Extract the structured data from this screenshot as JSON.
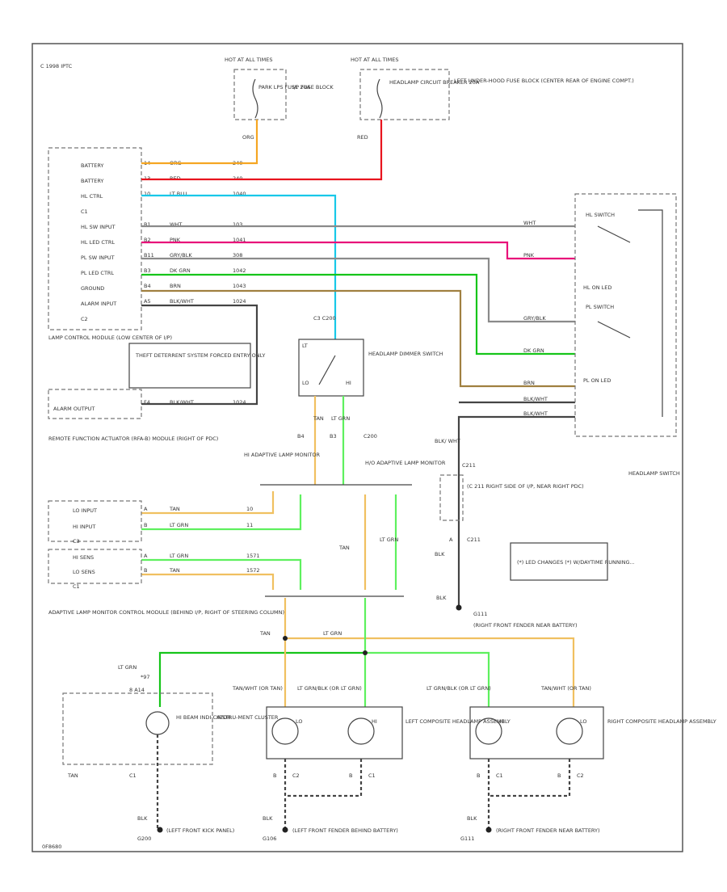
{
  "diagram": {
    "title_code": "C 1998 IPTC",
    "footer_code": "0F8680",
    "colors": {
      "org": "#f5a623",
      "red": "#e8141e",
      "lt_blu": "#18c8e8",
      "pnk": "#e8127a",
      "dk_grn": "#16c51a",
      "brn": "#a08040",
      "tan": "#f0c060",
      "lt_grn": "#5ef05e",
      "gray": "#8a8a8a",
      "black": "#444444"
    },
    "power": {
      "hot1": "HOT AT ALL TIMES",
      "fuse1_name": "PARK LPS FUSE 20A",
      "fuse1_loc": "I/P FUSE BLOCK",
      "hot2": "HOT AT ALL TIMES",
      "fuse2_name": "HEADLAMP CIRCUIT BREAKER 20A",
      "fuse2_loc": "LEFT UNDER-HOOD FUSE BLOCK (CENTER REAR OF ENGINE COMPT.)",
      "wire_org": "ORG",
      "wire_red": "RED"
    },
    "lcm": {
      "name": "LAMP CONTROL MODULE (LOW CENTER OF I/P)",
      "pins": [
        {
          "label": "BATTERY",
          "pin": "14",
          "wire": "ORG",
          "circuit": "240"
        },
        {
          "label": "BATTERY",
          "pin": "13",
          "wire": "RED",
          "circuit": "240"
        },
        {
          "label": "HL CTRL",
          "pin": "10",
          "wire": "LT BLU",
          "circuit": "1040"
        },
        {
          "label": "C1",
          "pin": "",
          "wire": "",
          "circuit": ""
        },
        {
          "label": "HL SW INPUT",
          "pin": "B1",
          "wire": "WHT",
          "circuit": "103"
        },
        {
          "label": "HL LED CTRL",
          "pin": "B2",
          "wire": "PNK",
          "circuit": "1041"
        },
        {
          "label": "PL SW INPUT",
          "pin": "B11",
          "wire": "GRY/BLK",
          "circuit": "308"
        },
        {
          "label": "PL LED CTRL",
          "pin": "B3",
          "wire": "DK GRN",
          "circuit": "1042"
        },
        {
          "label": "GROUND",
          "pin": "B4",
          "wire": "BRN",
          "circuit": "1043"
        },
        {
          "label": "ALARM INPUT",
          "pin": "A5",
          "wire": "BLK/WHT",
          "circuit": "1024"
        },
        {
          "label": "C2",
          "pin": "",
          "wire": "",
          "circuit": ""
        }
      ],
      "theft": "THEFT DETERRENT SYSTEM FORCED ENTRY ONLY",
      "alarm_output": "ALARM OUTPUT",
      "alarm_pin": "F4",
      "alarm_wire": "BLK/WHT",
      "alarm_circuit": "1024"
    },
    "headlamp_switch": {
      "name": "HEADLAMP SWITCH",
      "hl_switch": "HL SWITCH",
      "hl_on_led": "HL ON LED",
      "pl_switch": "PL SWITCH",
      "pl_on_led": "PL ON LED",
      "wires": [
        "WHT",
        "PNK",
        "GRY/BLK",
        "DK GRN",
        "BRN",
        "BLK/WHT",
        "BLK/WHT"
      ]
    },
    "dimmer": {
      "connector": "C3 C200",
      "name": "HEADLAMP DIMMER SWITCH",
      "lt": "LT",
      "hi": "HI",
      "lo": "LO",
      "wire_tan": "TAN",
      "wire_ltgrn": "LT GRN",
      "c200": "C200",
      "pin_b4": "B4",
      "pin_b3": "B3"
    },
    "remote": {
      "name": "REMOTE FUNCTION ACTUATOR (RFA-B) MODULE (RIGHT OF PDC)",
      "rows": [
        {
          "label": "LO INPUT",
          "pin": "A",
          "wire": "TAN",
          "circuit": "10"
        },
        {
          "label": "HI INPUT",
          "pin": "B",
          "wire": "LT GRN",
          "circuit": "11"
        },
        {
          "label": "C3",
          "pin": "",
          "wire": "",
          "circuit": ""
        },
        {
          "label": "HI SENS",
          "pin": "A",
          "wire": "LT GRN",
          "circuit": "1571"
        },
        {
          "label": "LO SENS",
          "pin": "B",
          "wire": "TAN",
          "circuit": "1572"
        },
        {
          "label": "C1",
          "pin": "",
          "wire": "",
          "circuit": ""
        }
      ]
    },
    "alm": {
      "name": "ADAPTIVE LAMP MONITOR CONTROL MODULE (BEHIND I/P, RIGHT OF STEERING COLUMN)",
      "hi_monitor": "HI ADAPTIVE LAMP MONITOR",
      "lo_monitor": "H/O ADAPTIVE LAMP MONITOR",
      "tan": "TAN",
      "ltgrn": "LT GRN"
    },
    "ground_path": {
      "blk_wht": "BLK/ WHT",
      "c211": "C211",
      "g211_desc": "(C 211 RIGHT SIDE OF I/P, NEAR RIGHT PDC)",
      "pin_a": "A",
      "blk": "BLK",
      "c211b": "C211",
      "blk2": "BLK",
      "g111": "G111",
      "g111_desc": "(RIGHT FRONT FENDER NEAR BATTERY)",
      "note": "(*) LED CHANGES (*) W/DAYTIME RUNNING..."
    },
    "bus": {
      "tan": "TAN",
      "ltgrn": "LT GRN"
    },
    "cluster": {
      "wire": "LT GRN",
      "circuit": "*97",
      "pin": "8 A14",
      "lamp_label": "HI BEAM INDI-CATOR",
      "name": "INSTRU-MENT CLUSTER",
      "gnd_wire": "TAN",
      "c_label": "C1",
      "blk": "BLK",
      "ground": "G200",
      "ground_desc": "(LEFT FRONT KICK PANEL)"
    },
    "left_head": {
      "wire1": "TAN/WHT (OR TAN)",
      "wire2": "LT GRN/BLK (OR LT GRN)",
      "name": "LEFT COMPOSITE HEADLAMP ASSEMBLY",
      "lo": "LO",
      "hi": "HI",
      "c1": "C2",
      "c2": "C1",
      "pin": "B",
      "blk": "BLK",
      "ground": "G106",
      "ground_desc": "(LEFT FRONT FENDER BEHIND BATTERY)"
    },
    "right_head": {
      "wire1": "LT GRN/BLK (OR LT GRN)",
      "wire2": "TAN/WHT (OR TAN)",
      "name": "RIGHT COMPOSITE HEADLAMP ASSEMBLY",
      "lo": "LO",
      "hi": "HI",
      "c1": "C1",
      "c2": "C2",
      "pin": "B",
      "blk": "BLK",
      "ground": "G111",
      "ground_desc": "(RIGHT FRONT FENDER NEAR BATTERY)"
    }
  }
}
